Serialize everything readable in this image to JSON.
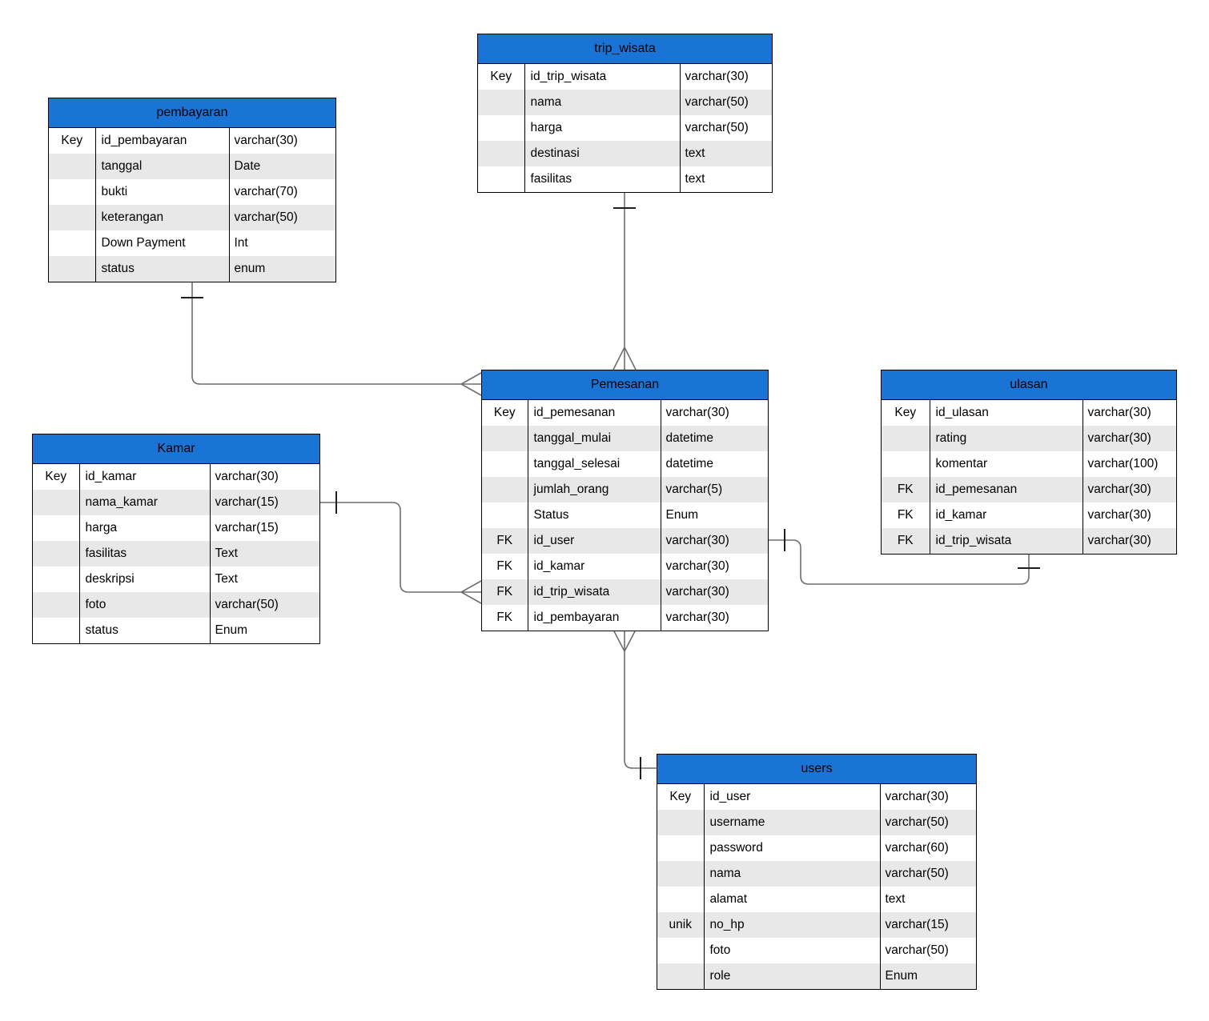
{
  "colors": {
    "header_bg": "#1a74d6",
    "row_odd_bg": "#ffffff",
    "row_even_bg": "#e8e8e8",
    "table_border": "#000000",
    "relationship_line": "#6e6e6e"
  },
  "entities": {
    "trip_wisata": {
      "title": "trip_wisata",
      "rows": [
        {
          "key": "Key",
          "name": "id_trip_wisata",
          "type": "varchar(30)"
        },
        {
          "key": "",
          "name": "nama",
          "type": "varchar(50)"
        },
        {
          "key": "",
          "name": "harga",
          "type": "varchar(50)"
        },
        {
          "key": "",
          "name": "destinasi",
          "type": "text"
        },
        {
          "key": "",
          "name": "fasilitas",
          "type": "text"
        }
      ]
    },
    "pembayaran": {
      "title": "pembayaran",
      "rows": [
        {
          "key": "Key",
          "name": "id_pembayaran",
          "type": "varchar(30)"
        },
        {
          "key": "",
          "name": "tanggal",
          "type": "Date"
        },
        {
          "key": "",
          "name": "bukti",
          "type": "varchar(70)"
        },
        {
          "key": "",
          "name": "keterangan",
          "type": "varchar(50)"
        },
        {
          "key": "",
          "name": "Down Payment",
          "type": "Int"
        },
        {
          "key": "",
          "name": "status",
          "type": "enum"
        }
      ]
    },
    "pemesanan": {
      "title": "Pemesanan",
      "rows": [
        {
          "key": "Key",
          "name": "id_pemesanan",
          "type": "varchar(30)"
        },
        {
          "key": "",
          "name": "tanggal_mulai",
          "type": "datetime"
        },
        {
          "key": "",
          "name": "tanggal_selesai",
          "type": "datetime"
        },
        {
          "key": "",
          "name": "jumlah_orang",
          "type": "varchar(5)"
        },
        {
          "key": "",
          "name": "Status",
          "type": "Enum"
        },
        {
          "key": "FK",
          "name": "id_user",
          "type": "varchar(30)"
        },
        {
          "key": "FK",
          "name": "id_kamar",
          "type": "varchar(30)"
        },
        {
          "key": "FK",
          "name": "id_trip_wisata",
          "type": "varchar(30)"
        },
        {
          "key": "FK",
          "name": "id_pembayaran",
          "type": "varchar(30)"
        }
      ]
    },
    "ulasan": {
      "title": "ulasan",
      "rows": [
        {
          "key": "Key",
          "name": "id_ulasan",
          "type": "varchar(30)"
        },
        {
          "key": "",
          "name": "rating",
          "type": "varchar(30)"
        },
        {
          "key": "",
          "name": "komentar",
          "type": "varchar(100)"
        },
        {
          "key": "FK",
          "name": "id_pemesanan",
          "type": "varchar(30)"
        },
        {
          "key": "FK",
          "name": "id_kamar",
          "type": "varchar(30)"
        },
        {
          "key": "FK",
          "name": "id_trip_wisata",
          "type": "varchar(30)"
        }
      ]
    },
    "kamar": {
      "title": "Kamar",
      "rows": [
        {
          "key": "Key",
          "name": "id_kamar",
          "type": "varchar(30)"
        },
        {
          "key": "",
          "name": "nama_kamar",
          "type": "varchar(15)"
        },
        {
          "key": "",
          "name": "harga",
          "type": "varchar(15)"
        },
        {
          "key": "",
          "name": "fasilitas",
          "type": "Text"
        },
        {
          "key": "",
          "name": "deskripsi",
          "type": "Text"
        },
        {
          "key": "",
          "name": "foto",
          "type": "varchar(50)"
        },
        {
          "key": "",
          "name": "status",
          "type": "Enum"
        }
      ]
    },
    "users": {
      "title": "users",
      "rows": [
        {
          "key": "Key",
          "name": "id_user",
          "type": "varchar(30)"
        },
        {
          "key": "",
          "name": "username",
          "type": "varchar(50)"
        },
        {
          "key": "",
          "name": "password",
          "type": "varchar(60)"
        },
        {
          "key": "",
          "name": "nama",
          "type": "varchar(50)"
        },
        {
          "key": "",
          "name": "alamat",
          "type": "text"
        },
        {
          "key": "unik",
          "name": "no_hp",
          "type": "varchar(15)"
        },
        {
          "key": "",
          "name": "foto",
          "type": "varchar(50)"
        },
        {
          "key": "",
          "name": "role",
          "type": "Enum"
        }
      ]
    }
  },
  "relationships": [
    {
      "from": "trip_wisata",
      "to": "Pemesanan",
      "from_cardinality": "one",
      "to_cardinality": "many"
    },
    {
      "from": "pembayaran",
      "to": "Pemesanan",
      "from_cardinality": "one",
      "to_cardinality": "many"
    },
    {
      "from": "Kamar",
      "to": "Pemesanan",
      "from_cardinality": "one",
      "to_cardinality": "many"
    },
    {
      "from": "Pemesanan",
      "to": "ulasan",
      "from_cardinality": "one",
      "to_cardinality": "one"
    },
    {
      "from": "users",
      "to": "Pemesanan",
      "from_cardinality": "one",
      "to_cardinality": "many"
    }
  ]
}
